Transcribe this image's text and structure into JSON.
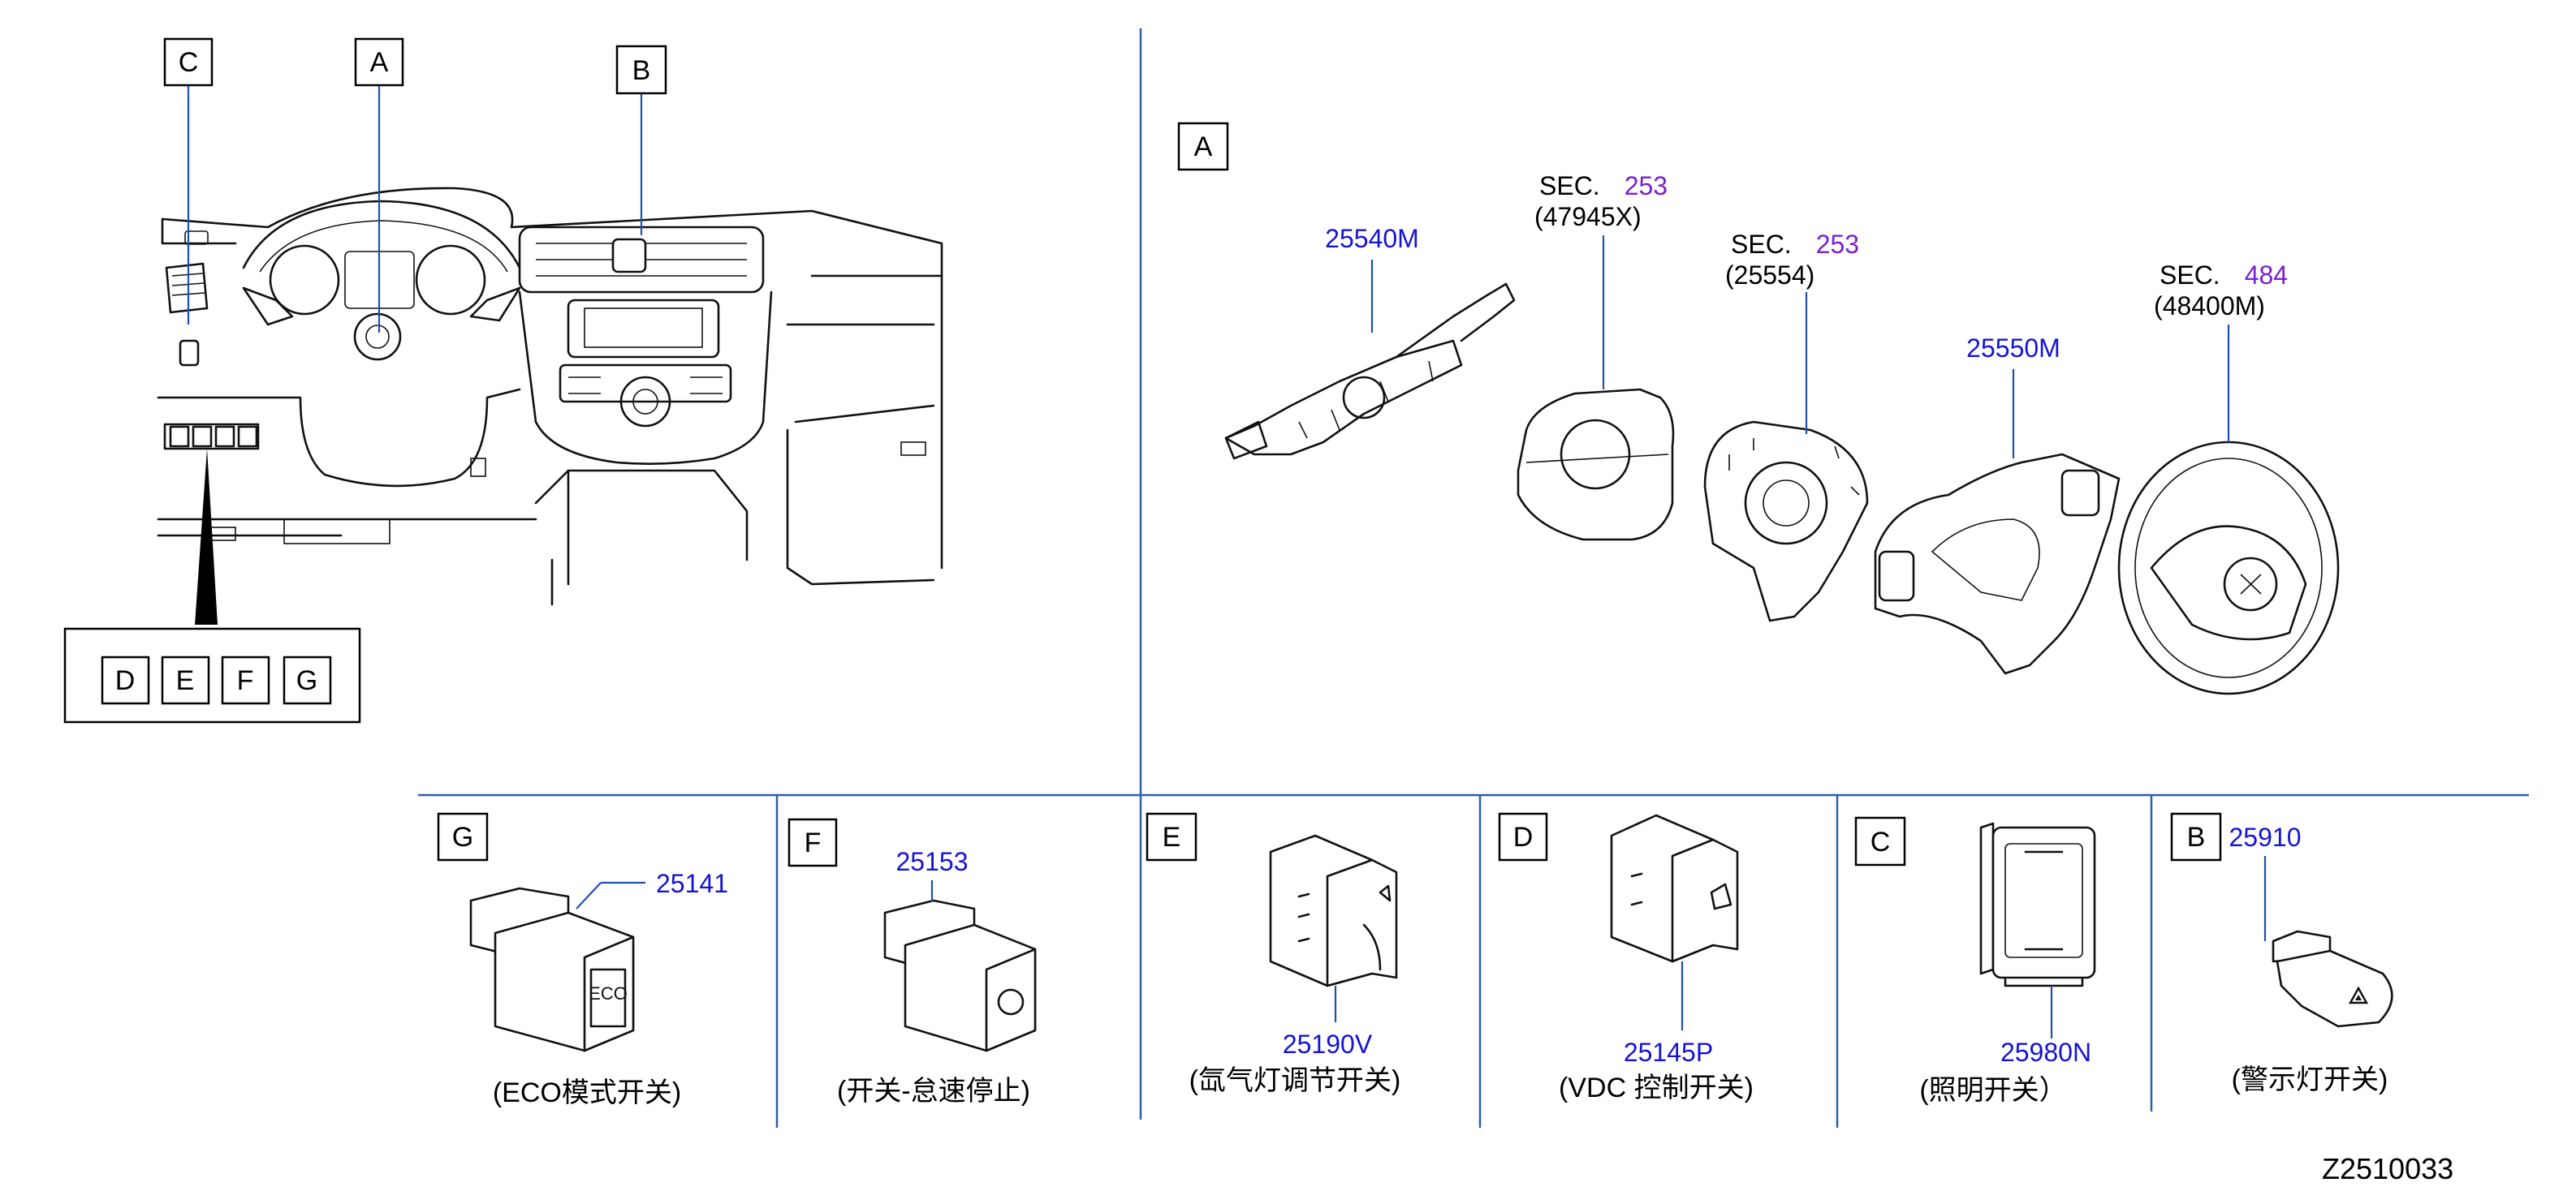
{
  "dashboard": {
    "callouts": [
      "C",
      "A",
      "B"
    ],
    "group_callouts": [
      "D",
      "E",
      "F",
      "G"
    ]
  },
  "steering": {
    "section_label": "A",
    "parts": [
      {
        "part_no": "25540M"
      },
      {
        "sec_label": "SEC.",
        "sec_no": "253",
        "sub": "(47945X)"
      },
      {
        "sec_label": "SEC.",
        "sec_no": "253",
        "sub": "(25554)"
      },
      {
        "part_no": "25550M"
      },
      {
        "sec_label": "SEC.",
        "sec_no": "484",
        "sub": "(48400M)"
      }
    ]
  },
  "switches": [
    {
      "label": "G",
      "part_no": "25141",
      "caption": "(ECO模式开关)",
      "face_text": "ECO"
    },
    {
      "label": "F",
      "part_no": "25153",
      "caption": "(开关-怠速停止)"
    },
    {
      "label": "E",
      "part_no": "25190V",
      "caption": "(氙气灯调节开关)"
    },
    {
      "label": "D",
      "part_no": "25145P",
      "caption": "(VDC  控制开关)"
    },
    {
      "label": "C",
      "part_no": "25980N",
      "caption": "(照明开关）"
    },
    {
      "label": "B",
      "part_no": "25910",
      "caption": "(警示灯开关)"
    }
  ],
  "drawing_ref": "Z2510033",
  "colors": {
    "part_number": "#1414d4",
    "section_number": "#7a1fd0",
    "leader": "#1f4fb0",
    "divider": "#2f5ea8"
  }
}
